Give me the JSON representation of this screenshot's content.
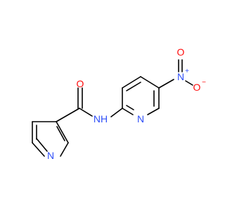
{
  "structure": {
    "labels": {
      "amide_o": "O",
      "amide_nh": "NH",
      "pyridine_n_left": "N",
      "pyridine_n_right": "N",
      "nitro_n": "N",
      "nitro_n_charge": "+",
      "nitro_o_top": "O",
      "nitro_o_right": "O",
      "nitro_o_right_charge": "−"
    },
    "colors": {
      "bond": "#000000",
      "oxygen": "#ff0d0d",
      "nitrogen": "#3050f8",
      "background": "#ffffff"
    }
  }
}
